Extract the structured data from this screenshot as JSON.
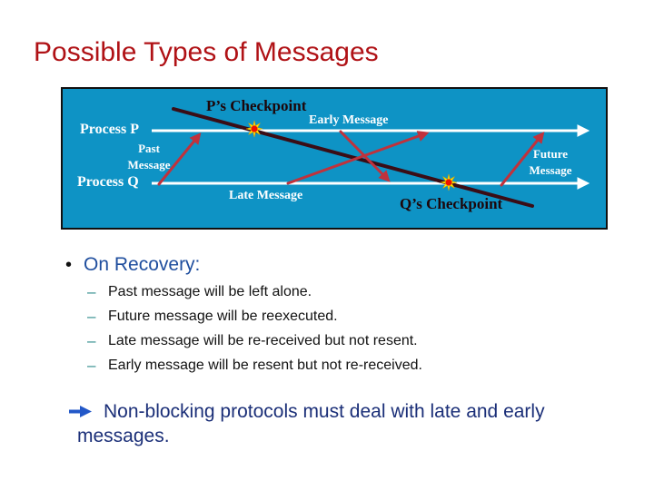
{
  "slide": {
    "title": "Possible Types of Messages"
  },
  "diagram": {
    "process_p": "Process P",
    "process_q": "Process Q",
    "p_checkpoint": "P’s Checkpoint",
    "q_checkpoint": "Q’s Checkpoint",
    "past_line1": "Past",
    "past_line2": "Message",
    "early": "Early Message",
    "late": "Late Message",
    "future_line1": "Future",
    "future_line2": "Message"
  },
  "recovery": {
    "bullet": "•",
    "heading": "On Recovery:",
    "dash": "–",
    "items": [
      "Past message will be left alone.",
      "Future message will be reexecuted.",
      "Late message will be re-received but not resent.",
      "Early message will be resent but not re-received."
    ]
  },
  "conclusion": {
    "line1": "Non-blocking protocols must deal with late and early",
    "line2": "messages."
  },
  "colors": {
    "title": "#b01216",
    "diagram_bg": "#0e93c5",
    "diagram_border": "#101010",
    "timeline": "#ffffff",
    "recovery_line": "#3a0d16",
    "message_arrow": "#c0323c",
    "checkpoint_label": "#1d060a",
    "star_fill": "#ffee00",
    "star_center": "#ee1100",
    "heading_blue": "#1f4e9e",
    "dash_teal": "#2e8c8c",
    "body_text": "#121212",
    "conclusion_text": "#1b2f78",
    "conclusion_arrow": "#2358c8"
  }
}
